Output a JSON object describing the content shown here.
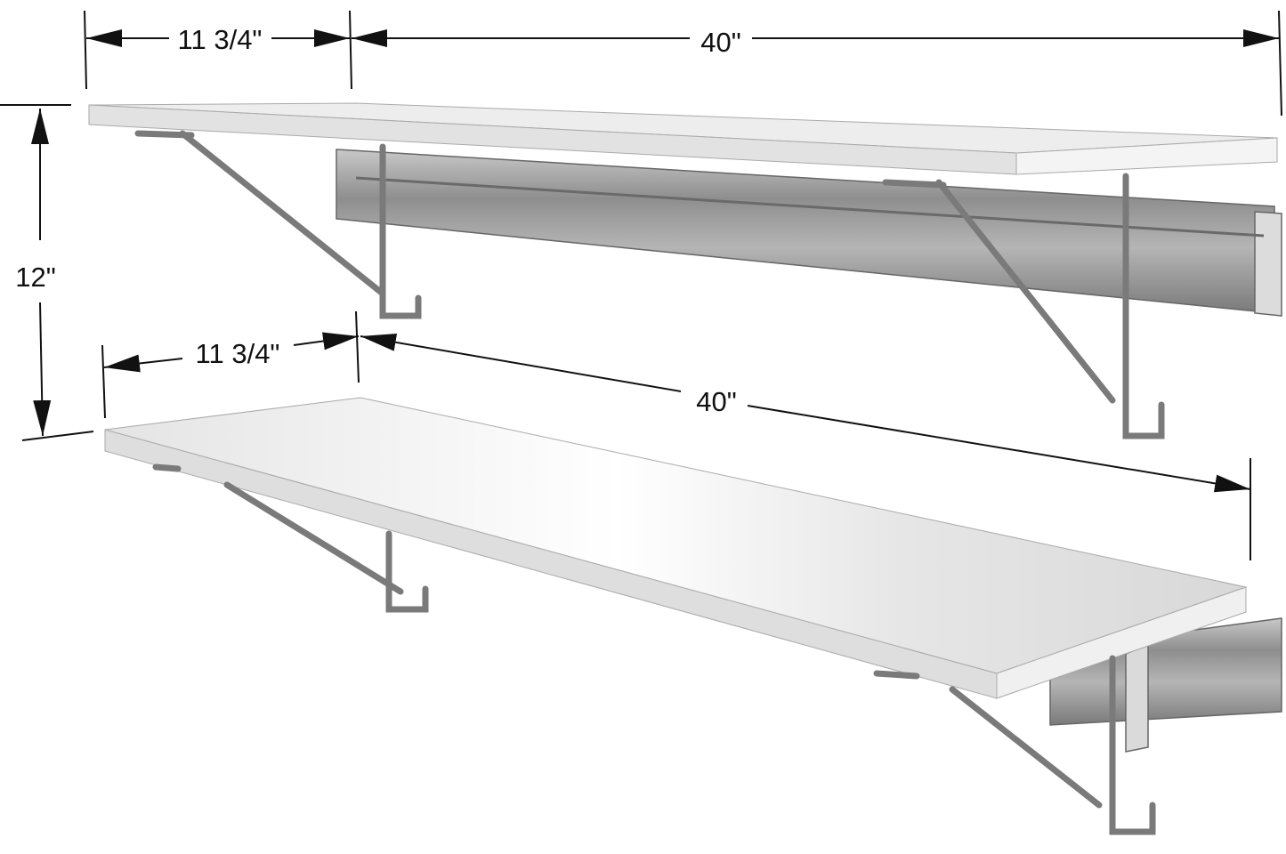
{
  "dimensions": {
    "top_depth": "11 3/4\"",
    "top_width": "40\"",
    "height": "12\"",
    "bottom_depth": "11 3/4\"",
    "bottom_width": "40\""
  },
  "colors": {
    "shelf_top": "#ededed",
    "shelf_edge": "#dcdcdc",
    "metal": "#9a9a9a",
    "metal_dark": "#6f6f6f",
    "dimension_line": "#111111"
  }
}
